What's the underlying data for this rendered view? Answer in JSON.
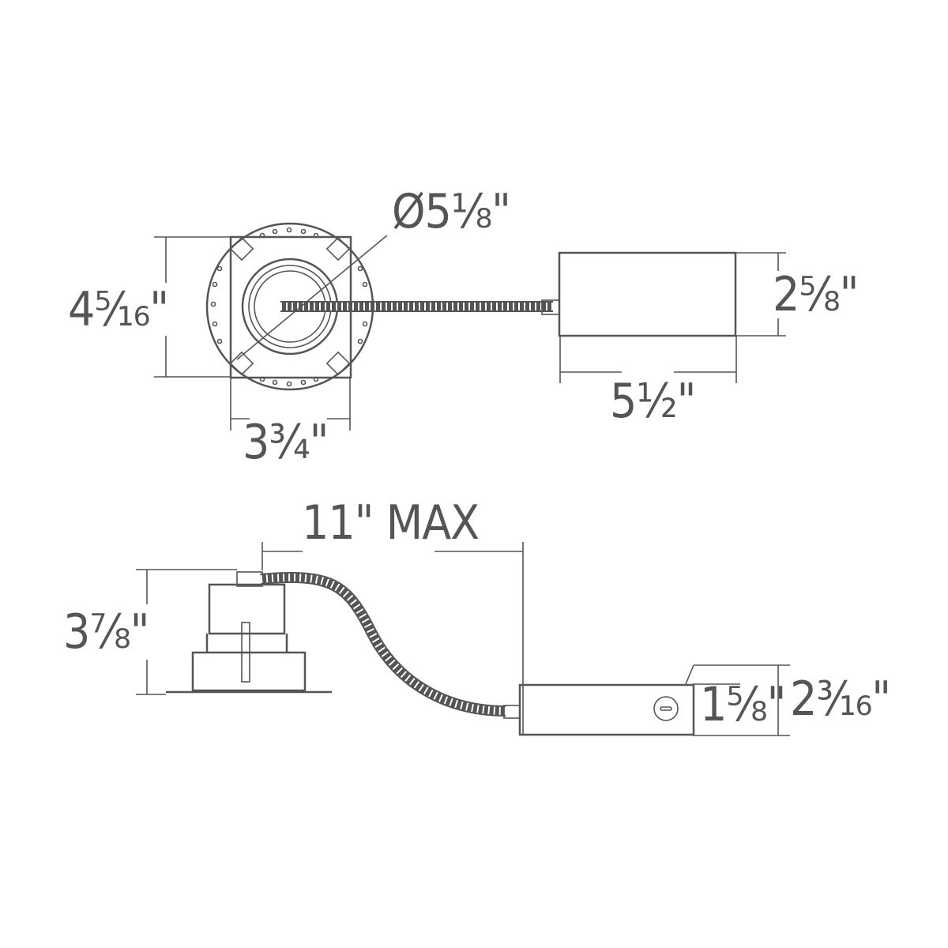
{
  "diagram": {
    "type": "technical-dimension-drawing",
    "colors": {
      "line": "#555555",
      "background": "#ffffff"
    },
    "top_view": {
      "trim_diameter": "Ø5⅛\"",
      "frame_height": "4⁵⁄₁₆\"",
      "frame_width": "3¾\"",
      "driver_box_height": "2⅝\"",
      "driver_box_length": "5½\""
    },
    "side_view": {
      "max_cable_length": "11\" MAX",
      "fixture_height": "3⅞\"",
      "driver_box_height": "1⅝\"",
      "driver_box_total_height": "2³⁄₁₆\""
    }
  }
}
